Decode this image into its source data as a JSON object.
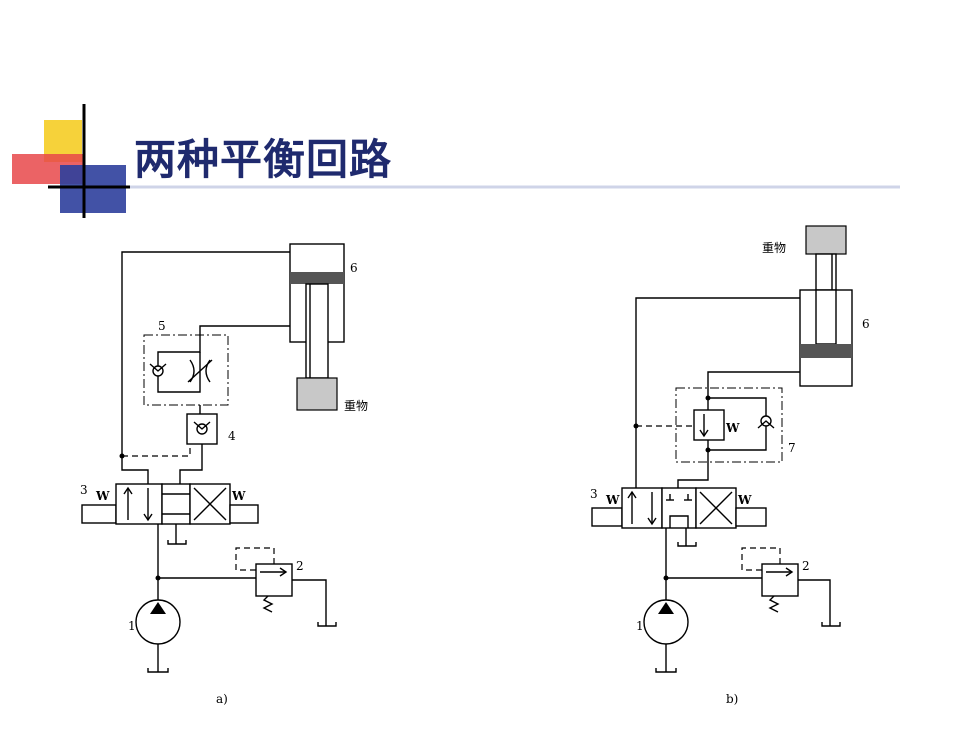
{
  "slide": {
    "title": "两种平衡回路"
  },
  "colors": {
    "title": "#1f2a6e",
    "accent_yellow": "#f6d23a",
    "accent_red": "#e8484a",
    "accent_blue": "#2e3f9c",
    "weight_fill": "#c8c8c8"
  },
  "diagram_a": {
    "caption": "a)",
    "weight_label": "重物",
    "labels": {
      "pump": "1",
      "relief_valve": "2",
      "directional_valve": "3",
      "check_valve": "4",
      "throttle_check": "5",
      "cylinder": "6"
    }
  },
  "diagram_b": {
    "caption": "b)",
    "weight_label": "重物",
    "labels": {
      "pump": "1",
      "relief_valve": "2",
      "directional_valve": "3",
      "cylinder": "6",
      "balance_valve": "7"
    }
  }
}
